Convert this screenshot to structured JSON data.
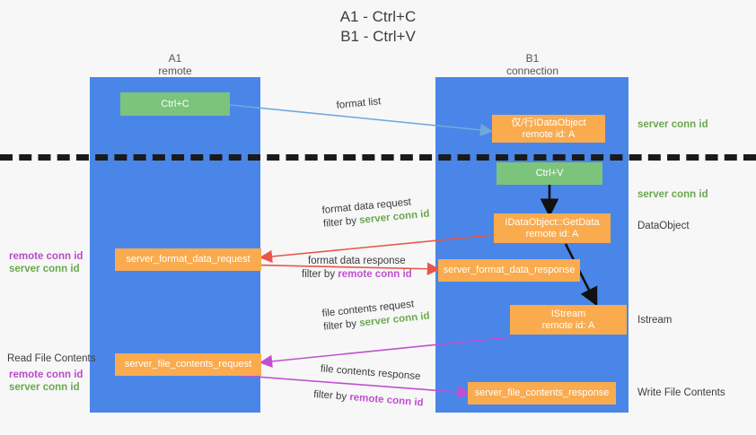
{
  "title": {
    "line1": "A1 - Ctrl+C",
    "line2": "B1 - Ctrl+V"
  },
  "columns": [
    {
      "name": "A1",
      "sub": "remote"
    },
    {
      "name": "B1",
      "sub": "connection"
    }
  ],
  "boxes": {
    "ctrl_c": "Ctrl+C",
    "ctrl_v": "Ctrl+V",
    "idataobject_title": "仅/行IDataObject",
    "idataobject_sub": "remote id: A",
    "getdata_title": "IDataObject::GetData",
    "getdata_sub": "remote id: A",
    "istream_title": "IStream",
    "istream_sub": "remote id: A",
    "server_format_data_request": "server_format_data_request",
    "server_format_data_response": "server_format_data_response",
    "server_file_contents_request": "server_file_contents_request",
    "server_file_contents_response": "server_file_contents_response"
  },
  "side_labels": {
    "server_conn_id_top": "server conn id",
    "server_conn_id_mid": "server conn id",
    "dataobject": "DataObject",
    "istream": "Istream",
    "write_file_contents": "Write File Contents",
    "read_file_contents": "Read File Contents",
    "remote_conn_id": "remote conn id",
    "server_conn_id": "server conn id"
  },
  "arrow_labels": {
    "format_list": "format list",
    "format_data_request": "format data request",
    "format_data_request_filter_prefix": "filter by ",
    "format_data_request_filter_value": "server conn id",
    "format_data_response": "format data response",
    "format_data_response_filter_prefix": "filter by ",
    "format_data_response_filter_value": "remote conn id",
    "file_contents_request": "file contents request",
    "file_contents_request_filter_prefix": "filter by ",
    "file_contents_request_filter_value": "server conn id",
    "file_contents_response": "file contents response",
    "file_contents_response_filter_prefix": "filter by ",
    "file_contents_response_filter_value": "remote conn id"
  },
  "colors": {
    "lane": "#4a86e8",
    "green_box": "#7cc47c",
    "orange_box": "#f9ab4e",
    "green_text": "#6aa84f",
    "magenta_text": "#c050d0",
    "light_blue_arrow": "#6fa8dc",
    "red_arrow": "#e8564a",
    "magenta_arrow": "#c050d0",
    "black_arrow": "#1a1a1a",
    "divider": "#1a1a1a"
  }
}
